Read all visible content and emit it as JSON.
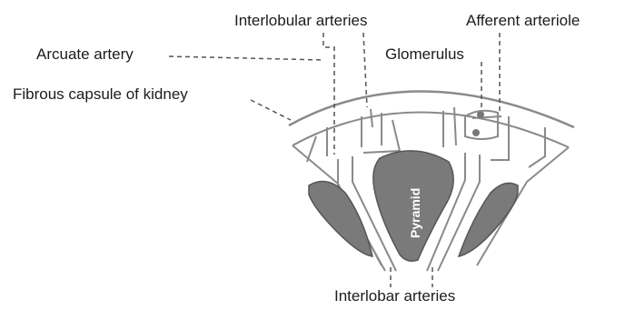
{
  "labels": {
    "interlobular_arteries": "Interlobular arteries",
    "afferent_arteriole": "Afferent arteriole",
    "arcuate_artery": "Arcuate artery",
    "glomerulus": "Glomerulus",
    "fibrous_capsule": "Fibrous capsule of kidney",
    "pyramid": "Pyramid",
    "interlobar_arteries": "Interlobar arteries"
  },
  "colors": {
    "outline": "#7a7a7a",
    "pyramid_fill": "#777777",
    "leader": "#555555"
  }
}
